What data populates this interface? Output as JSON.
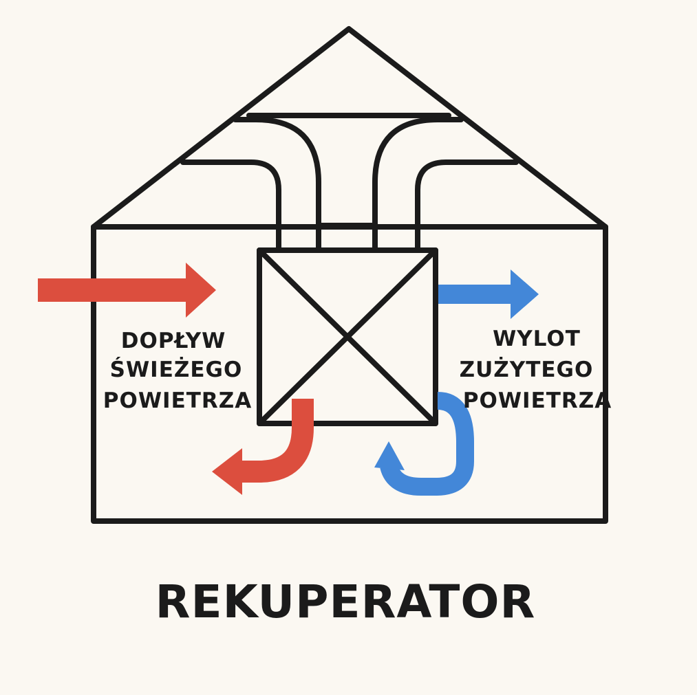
{
  "labels": {
    "supply": [
      "DOPŁYW",
      "ŚWIEŻEGO",
      "POWIETRZA"
    ],
    "exhaust": [
      "WYLOT",
      "ZUŻYTEGO",
      "POWIETRZA"
    ]
  },
  "title": "REKUPERATOR",
  "colors": {
    "fresh_air": "#dc4e3e",
    "exhaust_air": "#4387d8",
    "outline": "#1b1b1b",
    "background": "#fbf8f2"
  }
}
